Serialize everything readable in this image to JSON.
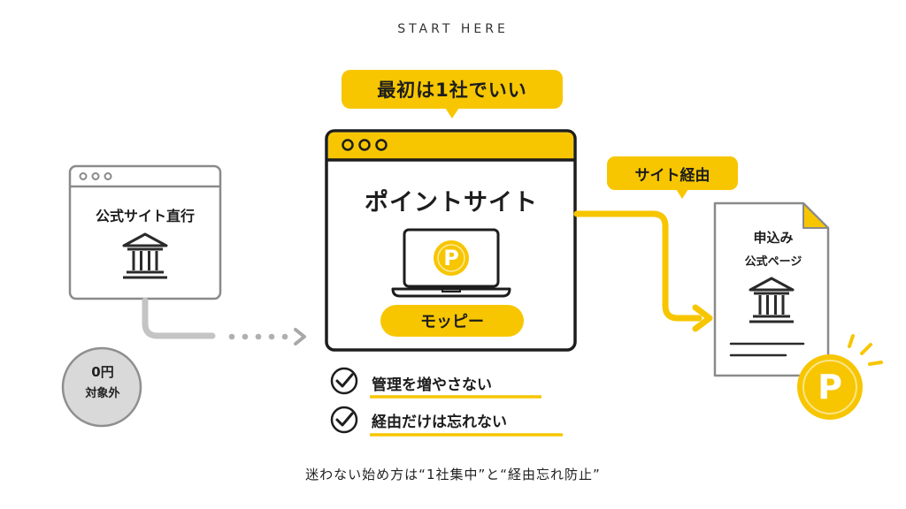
{
  "header": {
    "title": "START HERE"
  },
  "bubble_top": {
    "label": "最初は1社でいい"
  },
  "point_site": {
    "title": "ポイントサイト",
    "coin_symbol": "P",
    "name": "モッピー"
  },
  "direct_site": {
    "label": "公式サイト直行",
    "badge_amount": "0円",
    "badge_label": "対象外"
  },
  "route_bubble": {
    "label": "サイト経由"
  },
  "destination": {
    "line1": "申込み",
    "line2": "公式ページ",
    "coin_symbol": "P"
  },
  "checklist": {
    "items": [
      {
        "label": "管理を増やさない"
      },
      {
        "label": "経由だけは忘れない"
      }
    ]
  },
  "caption": "迷わない始め方は“1社集中”と“経由忘れ防止”",
  "colors": {
    "accent": "#F7C600",
    "outline": "#1d1d1d",
    "muted": "#8a8a8a",
    "muted_light": "#c4c4c4",
    "badge_bg": "#d9d9d9"
  },
  "icons": {
    "bank": "bank-icon",
    "laptop": "laptop-icon",
    "document": "document-icon",
    "check": "check-circle-icon",
    "coin": "point-coin-icon"
  }
}
